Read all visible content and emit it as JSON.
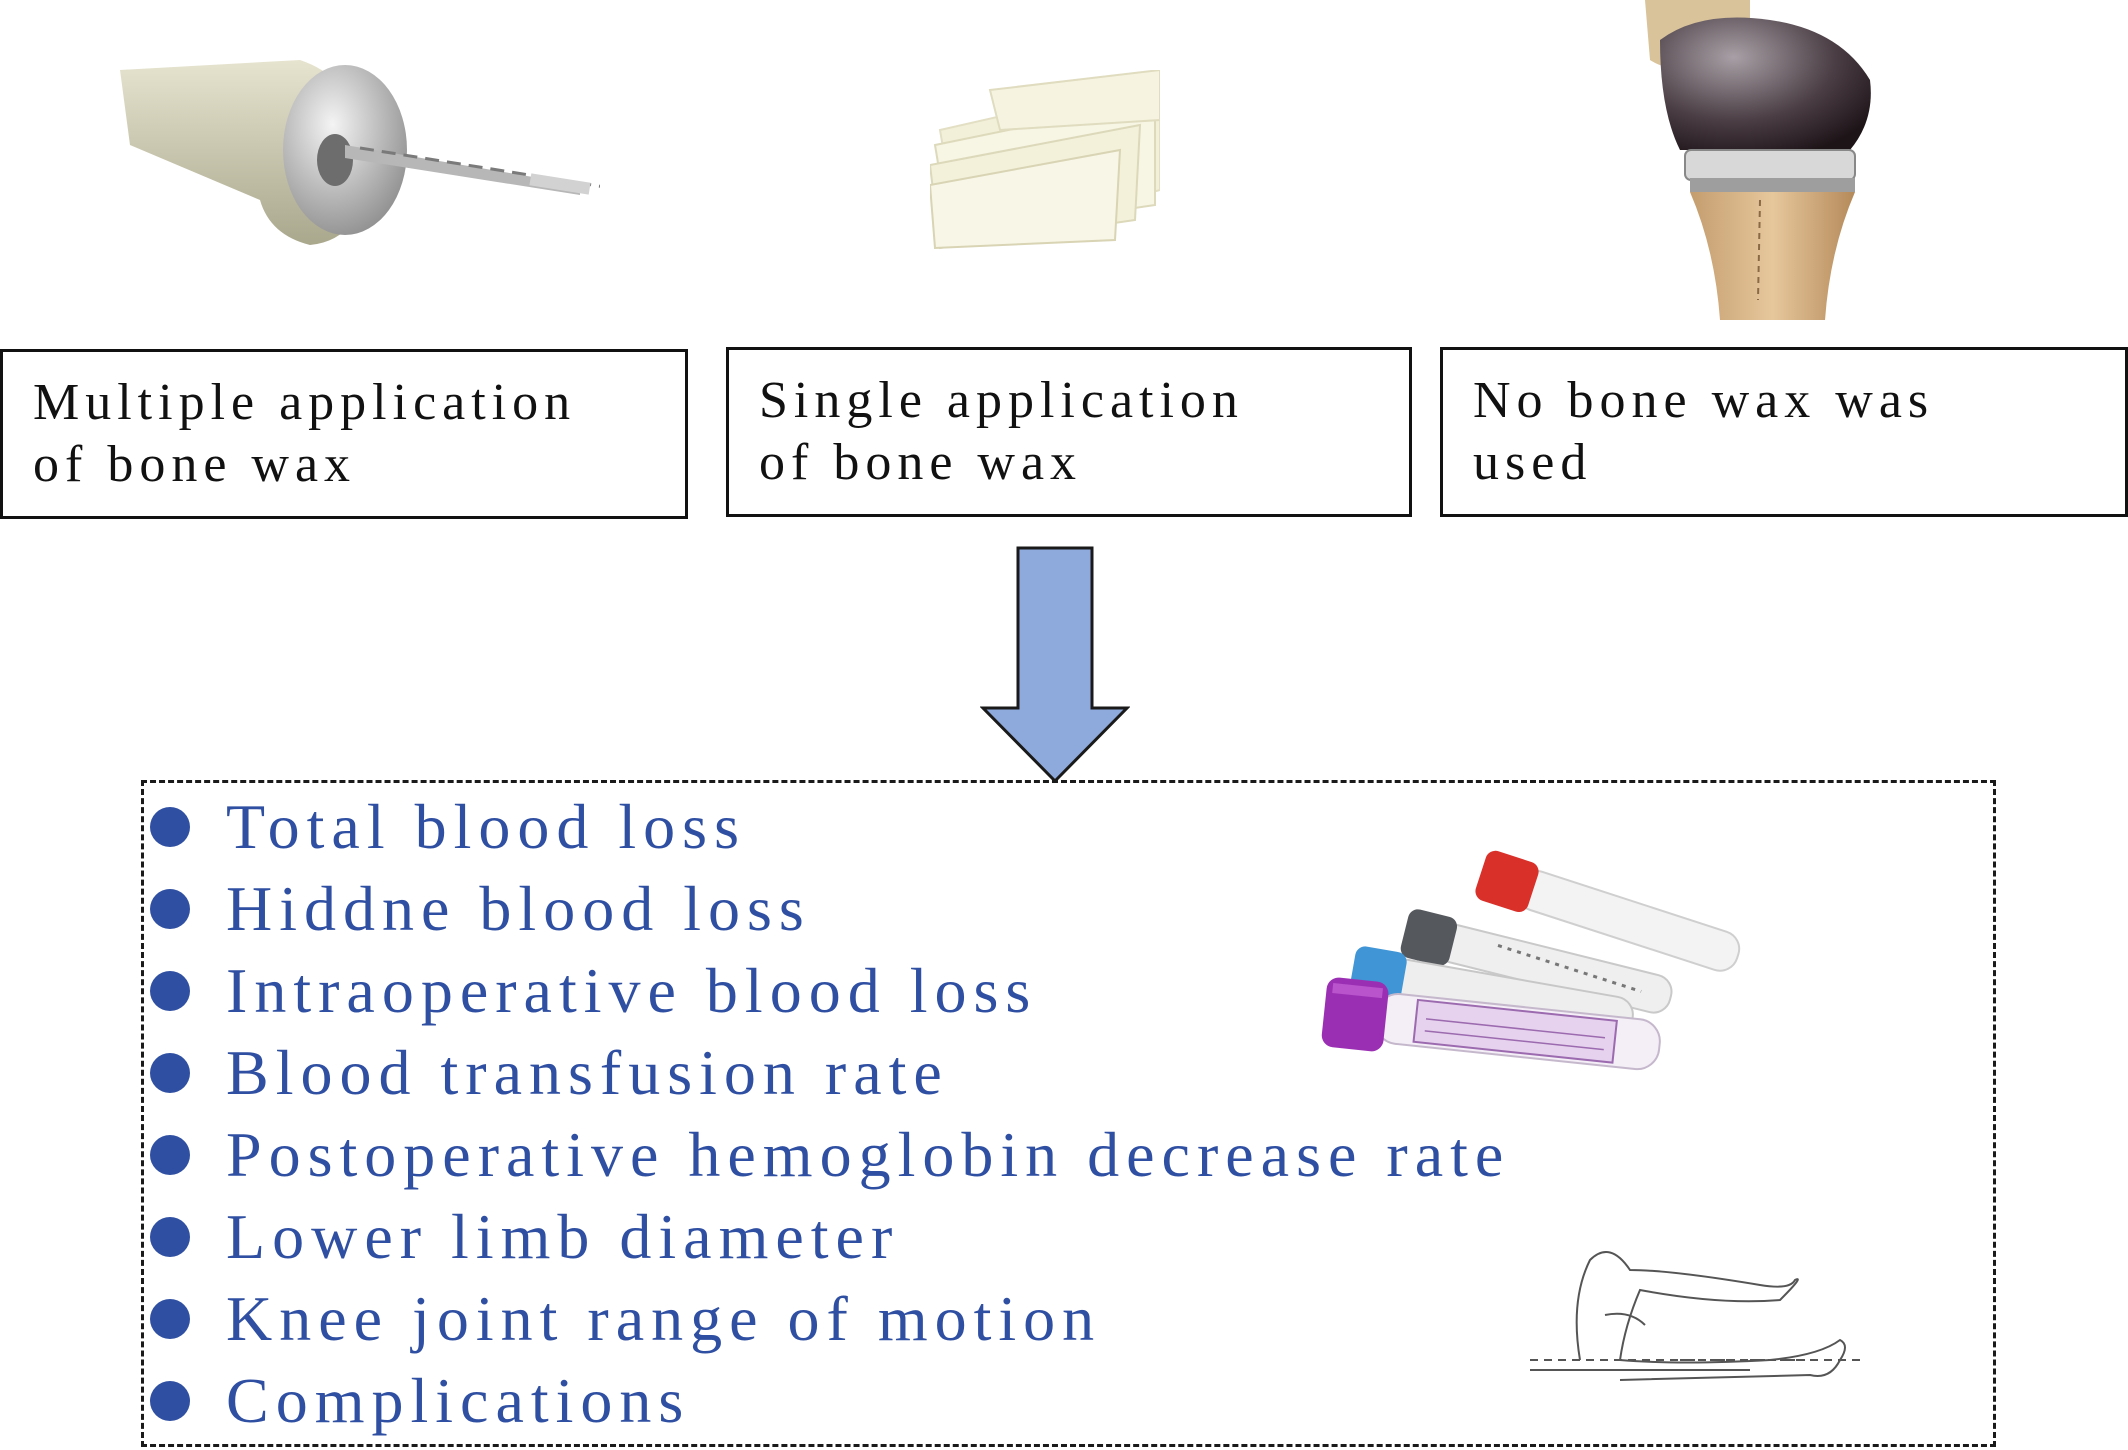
{
  "groups": [
    {
      "line1": "Multiple application",
      "line2": "of bone wax"
    },
    {
      "line1": "Single application",
      "line2": "of bone wax"
    },
    {
      "line1": "No bone wax was",
      "line2": "used"
    }
  ],
  "outcomes": [
    "Total blood loss",
    "Hiddne blood loss",
    "Intraoperative blood loss",
    "Blood transfusion rate",
    "Postoperative hemoglobin decrease rate",
    "Lower limb diameter",
    "Knee joint range of motion",
    "Complications"
  ],
  "colors": {
    "outcome_text": "#2f4fa2",
    "arrow_fill": "#8eaadc",
    "box_border": "#111111"
  },
  "icons": {
    "group1": "bone-drill-icon",
    "group2": "bone-wax-sheets-icon",
    "group3": "knee-prosthesis-icon",
    "blood": "blood-tubes-icon",
    "limb": "leg-measure-icon"
  }
}
